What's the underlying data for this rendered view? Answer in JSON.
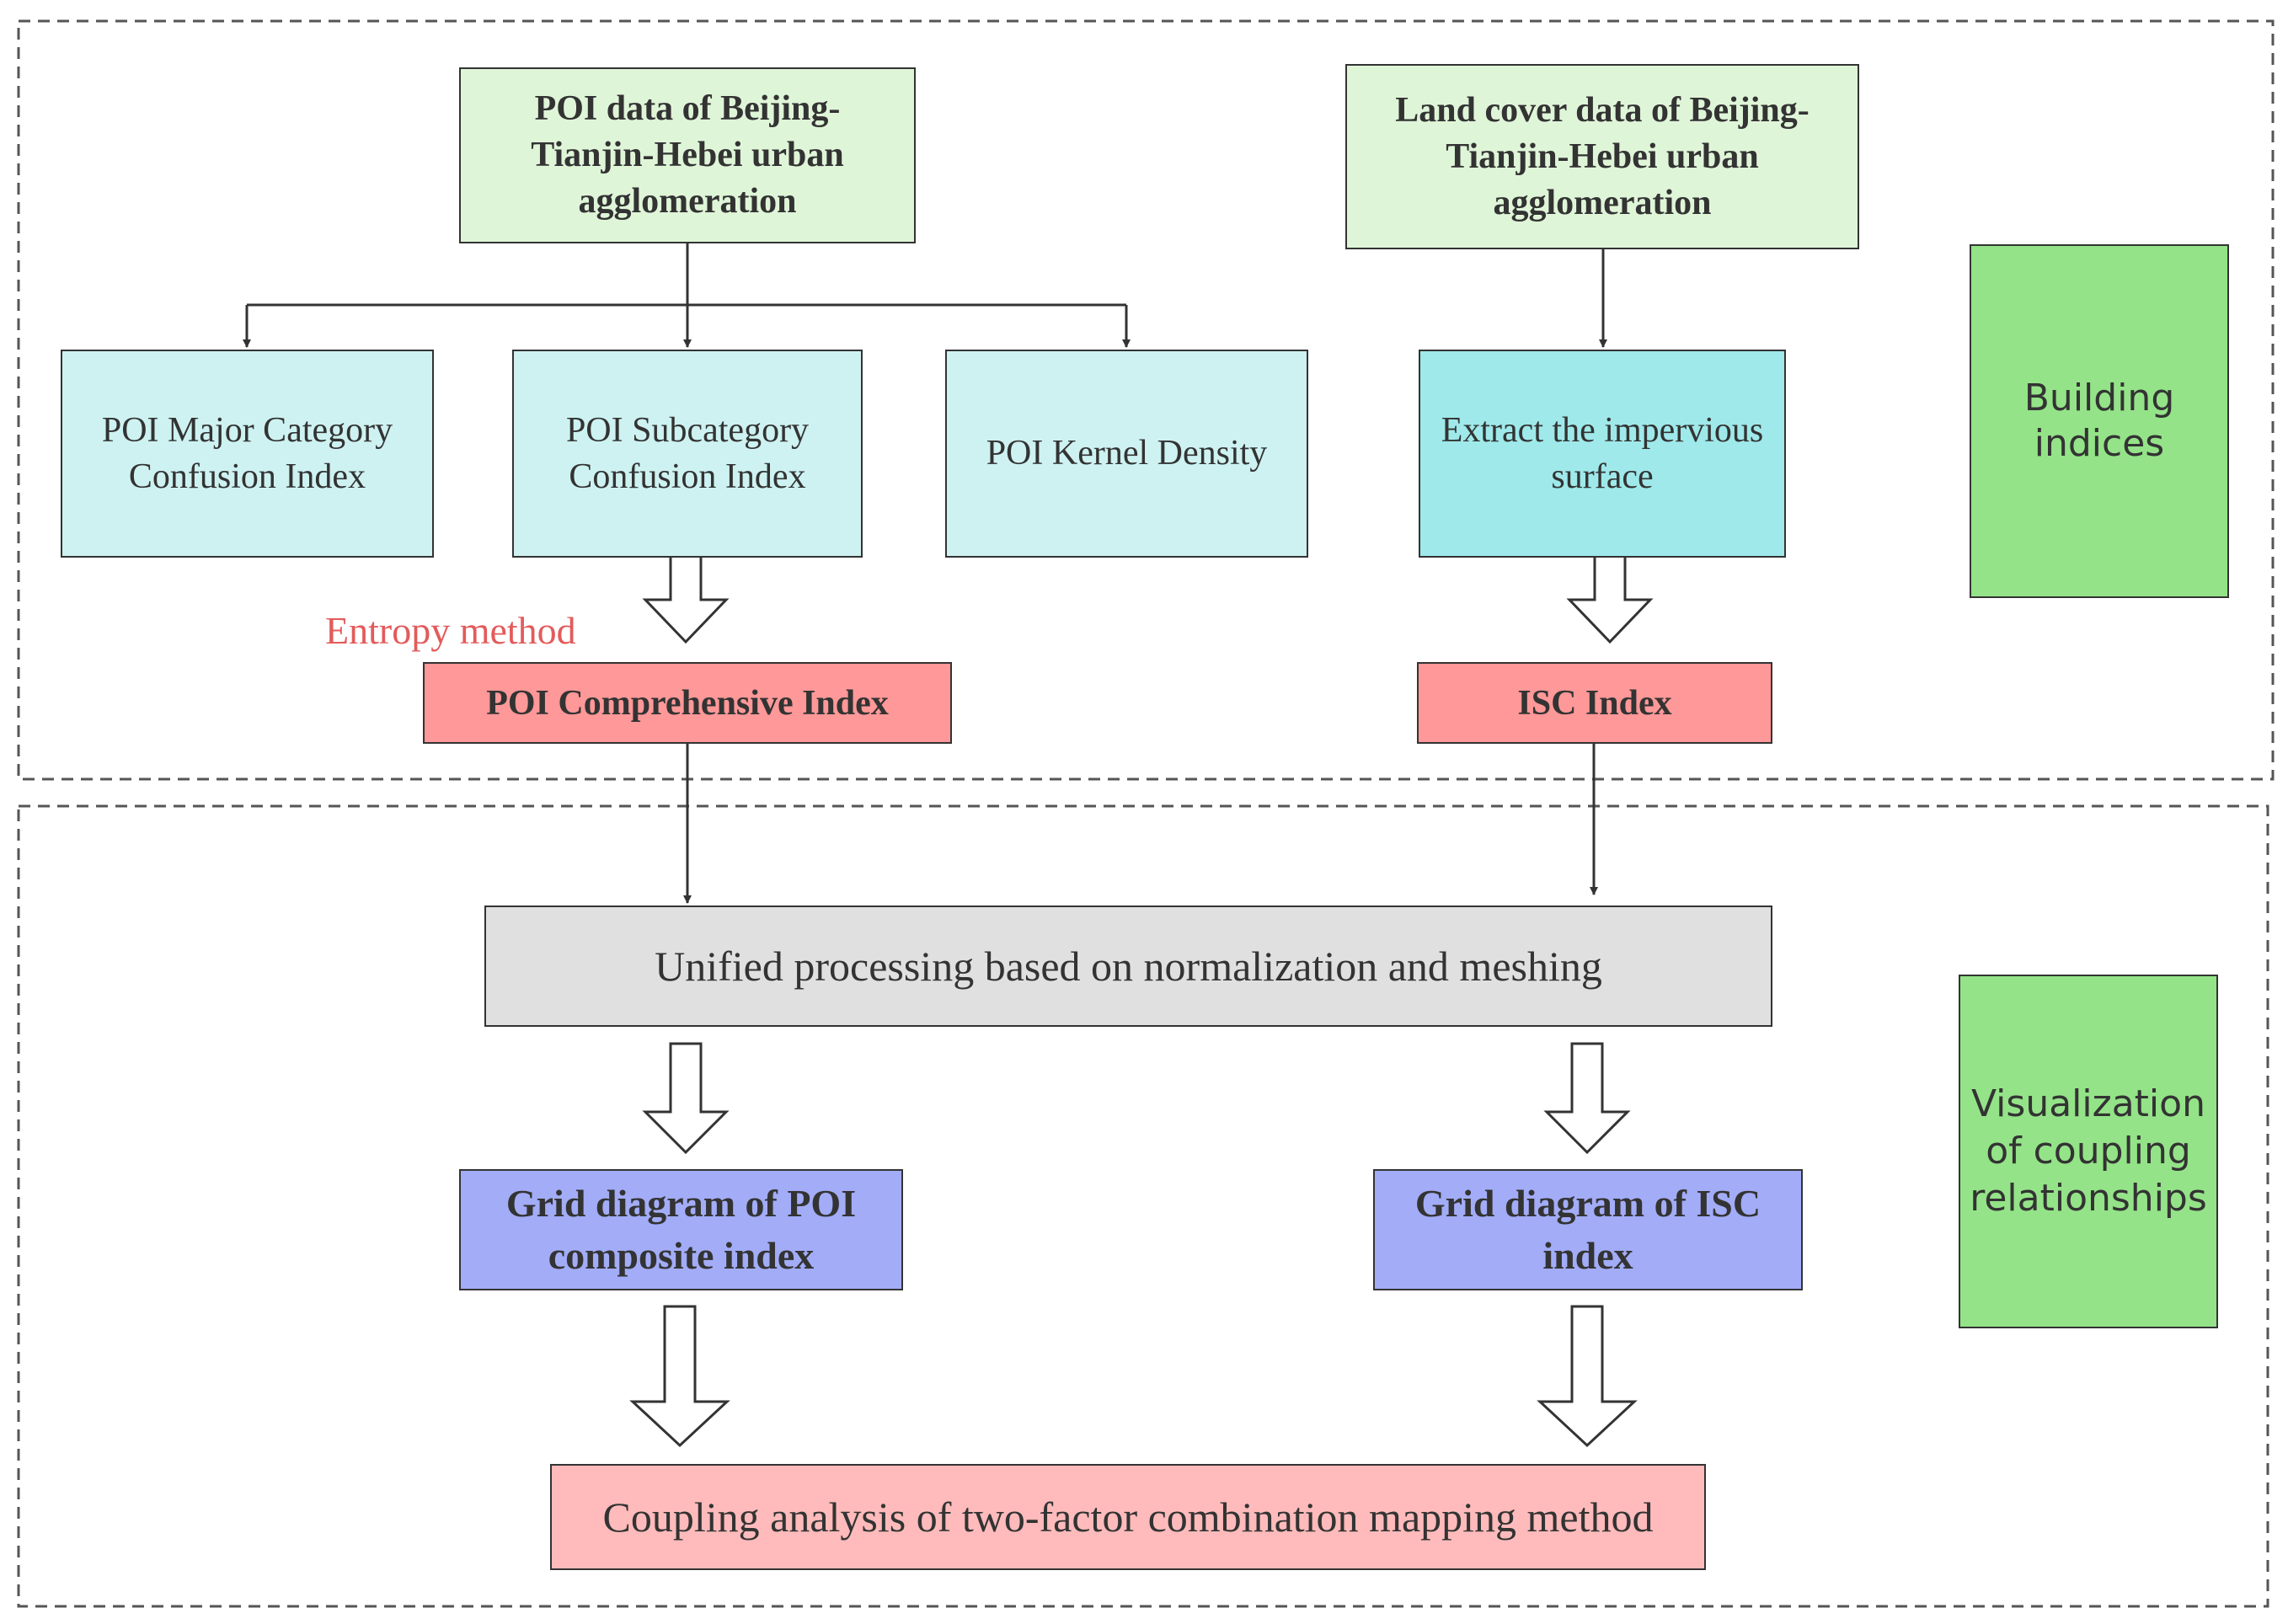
{
  "panels": {
    "top_label": "Building indices",
    "bottom_label": "Visualization of coupling relationships"
  },
  "nodes": {
    "poi_data": "POI data of Beijing-Tianjin-Hebei urban agglomeration",
    "landcover_data": "Land cover data of Beijing-Tianjin-Hebei urban agglomeration",
    "major_confusion": "POI Major Category Confusion Index",
    "sub_confusion": "POI Subcategory Confusion Index",
    "kernel_density": "POI Kernel Density",
    "extract_impervious": "Extract the impervious surface",
    "entropy_method": "Entropy method",
    "poi_comprehensive": "POI Comprehensive Index",
    "isc_index": "ISC Index",
    "unified_processing": "Unified processing based on normalization and meshing",
    "grid_poi": "Grid diagram of POI composite index",
    "grid_isc": "Grid diagram of ISC index",
    "coupling_analysis": "Coupling analysis of two-factor combination mapping method"
  }
}
